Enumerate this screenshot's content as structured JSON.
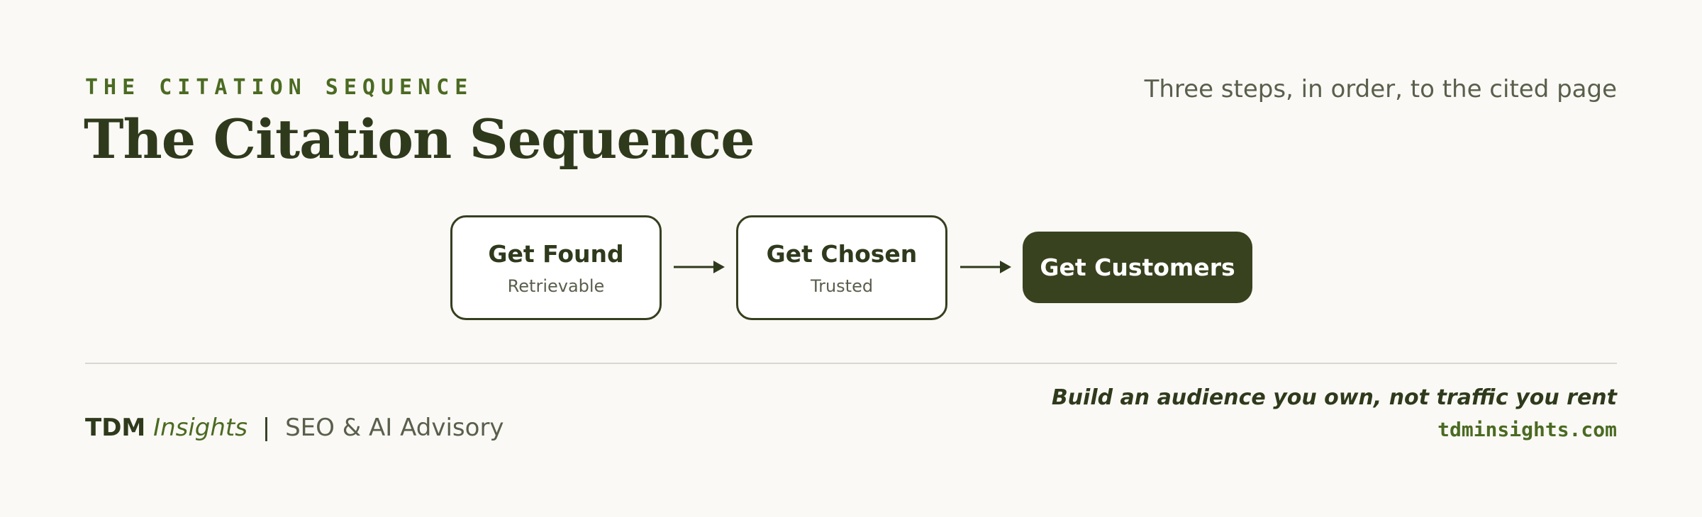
{
  "header": {
    "eyebrow": "THE CITATION SEQUENCE",
    "title": "The Citation Sequence",
    "subtitle": "Three steps, in order, to the cited page"
  },
  "diagram": {
    "steps": [
      {
        "title": "Get Found",
        "subtitle": "Retrievable"
      },
      {
        "title": "Get Chosen",
        "subtitle": "Trusted"
      }
    ],
    "final": {
      "label": "Get Customers"
    },
    "colors": {
      "box_border": "#353f1f",
      "box_fill": "#ffffff",
      "final_fill": "#39421e",
      "arrow": "#2f3a1c"
    }
  },
  "footer": {
    "brand_bold": "TDM",
    "brand_italic": "Insights",
    "separator": "|",
    "descriptor": "SEO & AI Advisory",
    "tagline": "Build an audience you own, not traffic you rent",
    "website": "tdminsights.com"
  },
  "colors": {
    "background": "#faf9f5",
    "accent": "#4b6a22",
    "text_dark": "#2f3a1c",
    "text_muted": "#5a5f4c",
    "divider": "#d9d8d0"
  }
}
